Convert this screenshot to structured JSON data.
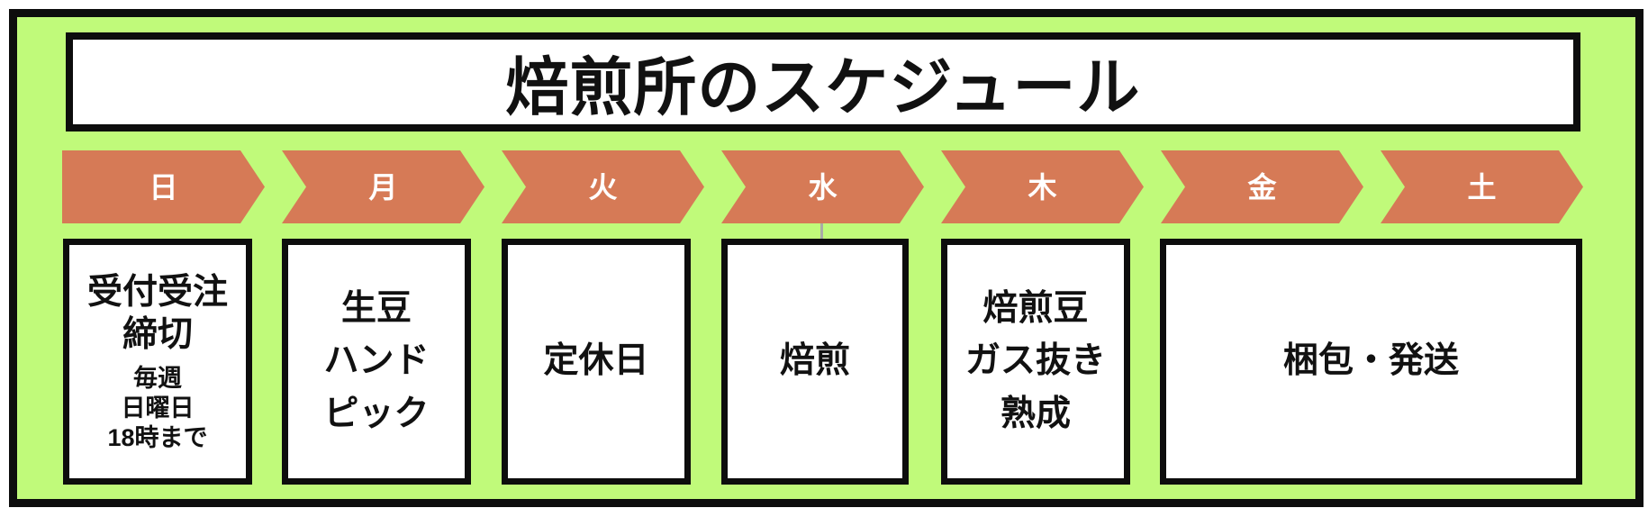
{
  "title": "焙煎所のスケジュール",
  "days": [
    "日",
    "月",
    "火",
    "水",
    "木",
    "金",
    "土"
  ],
  "tasks": [
    {
      "day": "日",
      "lines_large": [
        "受付受注",
        "締切"
      ],
      "lines_small": [
        "毎週",
        "日曜日",
        "18時まで"
      ]
    },
    {
      "day": "月",
      "lines_large": [
        "生豆",
        "ハンド",
        "ピック"
      ],
      "lines_small": []
    },
    {
      "day": "火",
      "lines_large": [
        "定休日"
      ],
      "lines_small": []
    },
    {
      "day": "水",
      "lines_large": [
        "焙煎"
      ],
      "lines_small": []
    },
    {
      "day": "木",
      "lines_large": [
        "焙煎豆",
        "ガス抜き",
        "熟成"
      ],
      "lines_small": []
    },
    {
      "day": "金・土",
      "lines_large": [
        "梱包・発送"
      ],
      "lines_small": []
    }
  ],
  "colors": {
    "background": "#ffffff",
    "panel_green": "#c0fa7a",
    "arrow_salmon": "#d67a56",
    "border_black": "#0d0d0d",
    "box_white": "#ffffff",
    "day_text_white": "#ffffff",
    "text_black": "#111111",
    "connector_gray": "#a9aca7"
  }
}
